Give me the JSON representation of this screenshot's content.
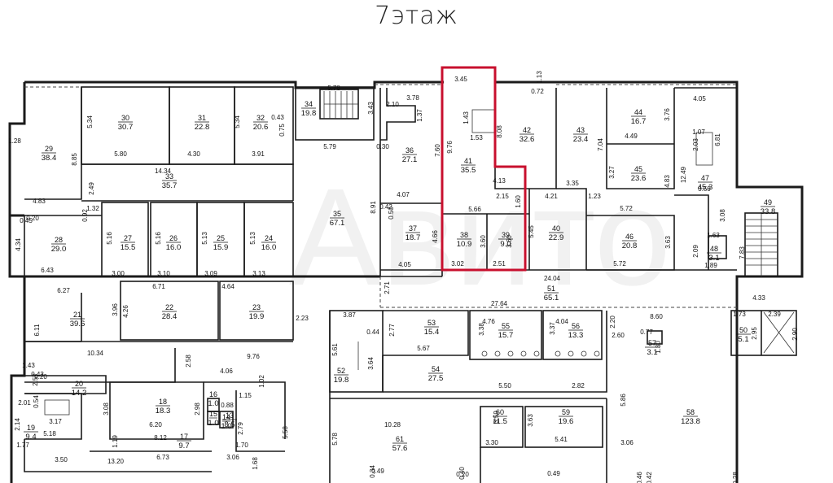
{
  "title": "7этаж",
  "watermark": "Авито",
  "rooms": [
    {
      "num": "30",
      "area": "30.7"
    },
    {
      "num": "31",
      "area": "22.8"
    },
    {
      "num": "32",
      "area": "20.6"
    },
    {
      "num": "34",
      "area": "19.8"
    },
    {
      "num": "29",
      "area": "38.4"
    },
    {
      "num": "33",
      "area": "35.7"
    },
    {
      "num": "36",
      "area": "27.1"
    },
    {
      "num": "41",
      "area": "35.5"
    },
    {
      "num": "42",
      "area": "32.6"
    },
    {
      "num": "43",
      "area": "23.4"
    },
    {
      "num": "44",
      "area": "16.7"
    },
    {
      "num": "45",
      "area": "23.6"
    },
    {
      "num": "47",
      "area": "45.3"
    },
    {
      "num": "49",
      "area": "33.8"
    },
    {
      "num": "35",
      "area": "67.1"
    },
    {
      "num": "28",
      "area": "29.0"
    },
    {
      "num": "27",
      "area": "15.5"
    },
    {
      "num": "26",
      "area": "16.0"
    },
    {
      "num": "25",
      "area": "15.9"
    },
    {
      "num": "24",
      "area": "16.0"
    },
    {
      "num": "37",
      "area": "18.7"
    },
    {
      "num": "38",
      "area": "10.9"
    },
    {
      "num": "39",
      "area": "9.0"
    },
    {
      "num": "40",
      "area": "22.9"
    },
    {
      "num": "46",
      "area": "20.8"
    },
    {
      "num": "48",
      "area": "3.1"
    },
    {
      "num": "51",
      "area": "65.1"
    },
    {
      "num": "21",
      "area": "39.6"
    },
    {
      "num": "22",
      "area": "28.4"
    },
    {
      "num": "23",
      "area": "19.9"
    },
    {
      "num": "53",
      "area": "15.4"
    },
    {
      "num": "55",
      "area": "15.7"
    },
    {
      "num": "56",
      "area": "13.3"
    },
    {
      "num": "57",
      "area": "3.1"
    },
    {
      "num": "50",
      "area": "5.1"
    },
    {
      "num": "52",
      "area": "19.8"
    },
    {
      "num": "54",
      "area": "27.5"
    },
    {
      "num": "20",
      "area": "14.2"
    },
    {
      "num": "18",
      "area": "18.3"
    },
    {
      "num": "19",
      "area": "9.4"
    },
    {
      "num": "17",
      "area": "9.7"
    },
    {
      "num": "13",
      "area": "8.5"
    },
    {
      "num": "16",
      "area": "1.0"
    },
    {
      "num": "15",
      "area": "1.0"
    },
    {
      "num": "14",
      "area": "1.0"
    },
    {
      "num": "58",
      "area": "123.8"
    },
    {
      "num": "59",
      "area": "19.6"
    },
    {
      "num": "60",
      "area": "11.5"
    },
    {
      "num": "61",
      "area": "57.6"
    }
  ],
  "dimensions": [
    "5.78",
    "3.43",
    "2.10",
    "3.78",
    "1.37",
    "3.45",
    "1.13",
    "0.72",
    "1.43",
    "1.53",
    "8.08",
    "9.76",
    "7.60",
    "0.30",
    "5.34",
    "5.80",
    "4.30",
    "3.91",
    "5.34",
    "0.43",
    "0.75",
    "5.79",
    "4.05",
    "1.07",
    "2.03",
    "6.81",
    "3.76",
    "4.49",
    "7.04",
    "3.27",
    "4.83",
    "12.49",
    "1.28",
    "8.85",
    "14.34",
    "2.49",
    "4.07",
    "4.13",
    "3.35",
    "5.72",
    "0.59",
    "4.83",
    "0.45",
    "0.20",
    "0.92",
    "1.32",
    "8.91",
    "0.42",
    "0.50",
    "2.15",
    "1.60",
    "4.21",
    "1.23",
    "5.66",
    "5.45",
    "3.08",
    "4.34",
    "5.16",
    "5.16",
    "5.13",
    "5.13",
    "4.66",
    "3.60",
    "3.60",
    "3.63",
    "2.09",
    "1.63",
    "7.83",
    "6.43",
    "3.00",
    "3.10",
    "3.09",
    "3.13",
    "4.05",
    "3.02",
    "2.51",
    "5.72",
    "1.89",
    "24.04",
    "6.27",
    "6.71",
    "4.64",
    "3.96",
    "4.26",
    "2.71",
    "4.33",
    "27.64",
    "1.73",
    "2.39",
    "6.11",
    "3.87",
    "0.44",
    "2.77",
    "4.76",
    "4.04",
    "2.20",
    "8.60",
    "2.60",
    "0.77",
    "2.95",
    "2.90",
    "3.38",
    "3.37",
    "1.30",
    "10.34",
    "2.58",
    "9.76",
    "2.23",
    "5.61",
    "3.64",
    "5.67",
    "2.82",
    "5.50",
    "1.43",
    "0.43",
    "4.06",
    "1.02",
    "2.57",
    "0.20",
    "2.01",
    "0.54",
    "3.08",
    "2.98",
    "0.88",
    "1.15",
    "3.17",
    "6.20",
    "2.14",
    "1.19",
    "8.12",
    "2.79",
    "1.70",
    "1.77",
    "5.18",
    "5.58",
    "5.86",
    "3.59",
    "3.63",
    "3.30",
    "5.41",
    "3.06",
    "10.28",
    "5.78",
    "3.50",
    "13.20",
    "6.73",
    "3.06",
    "1.68",
    "0.34",
    "0.49",
    "0.40",
    "0.20",
    "0.49",
    "0.42",
    "0.46",
    "0.28",
    "0.20"
  ]
}
